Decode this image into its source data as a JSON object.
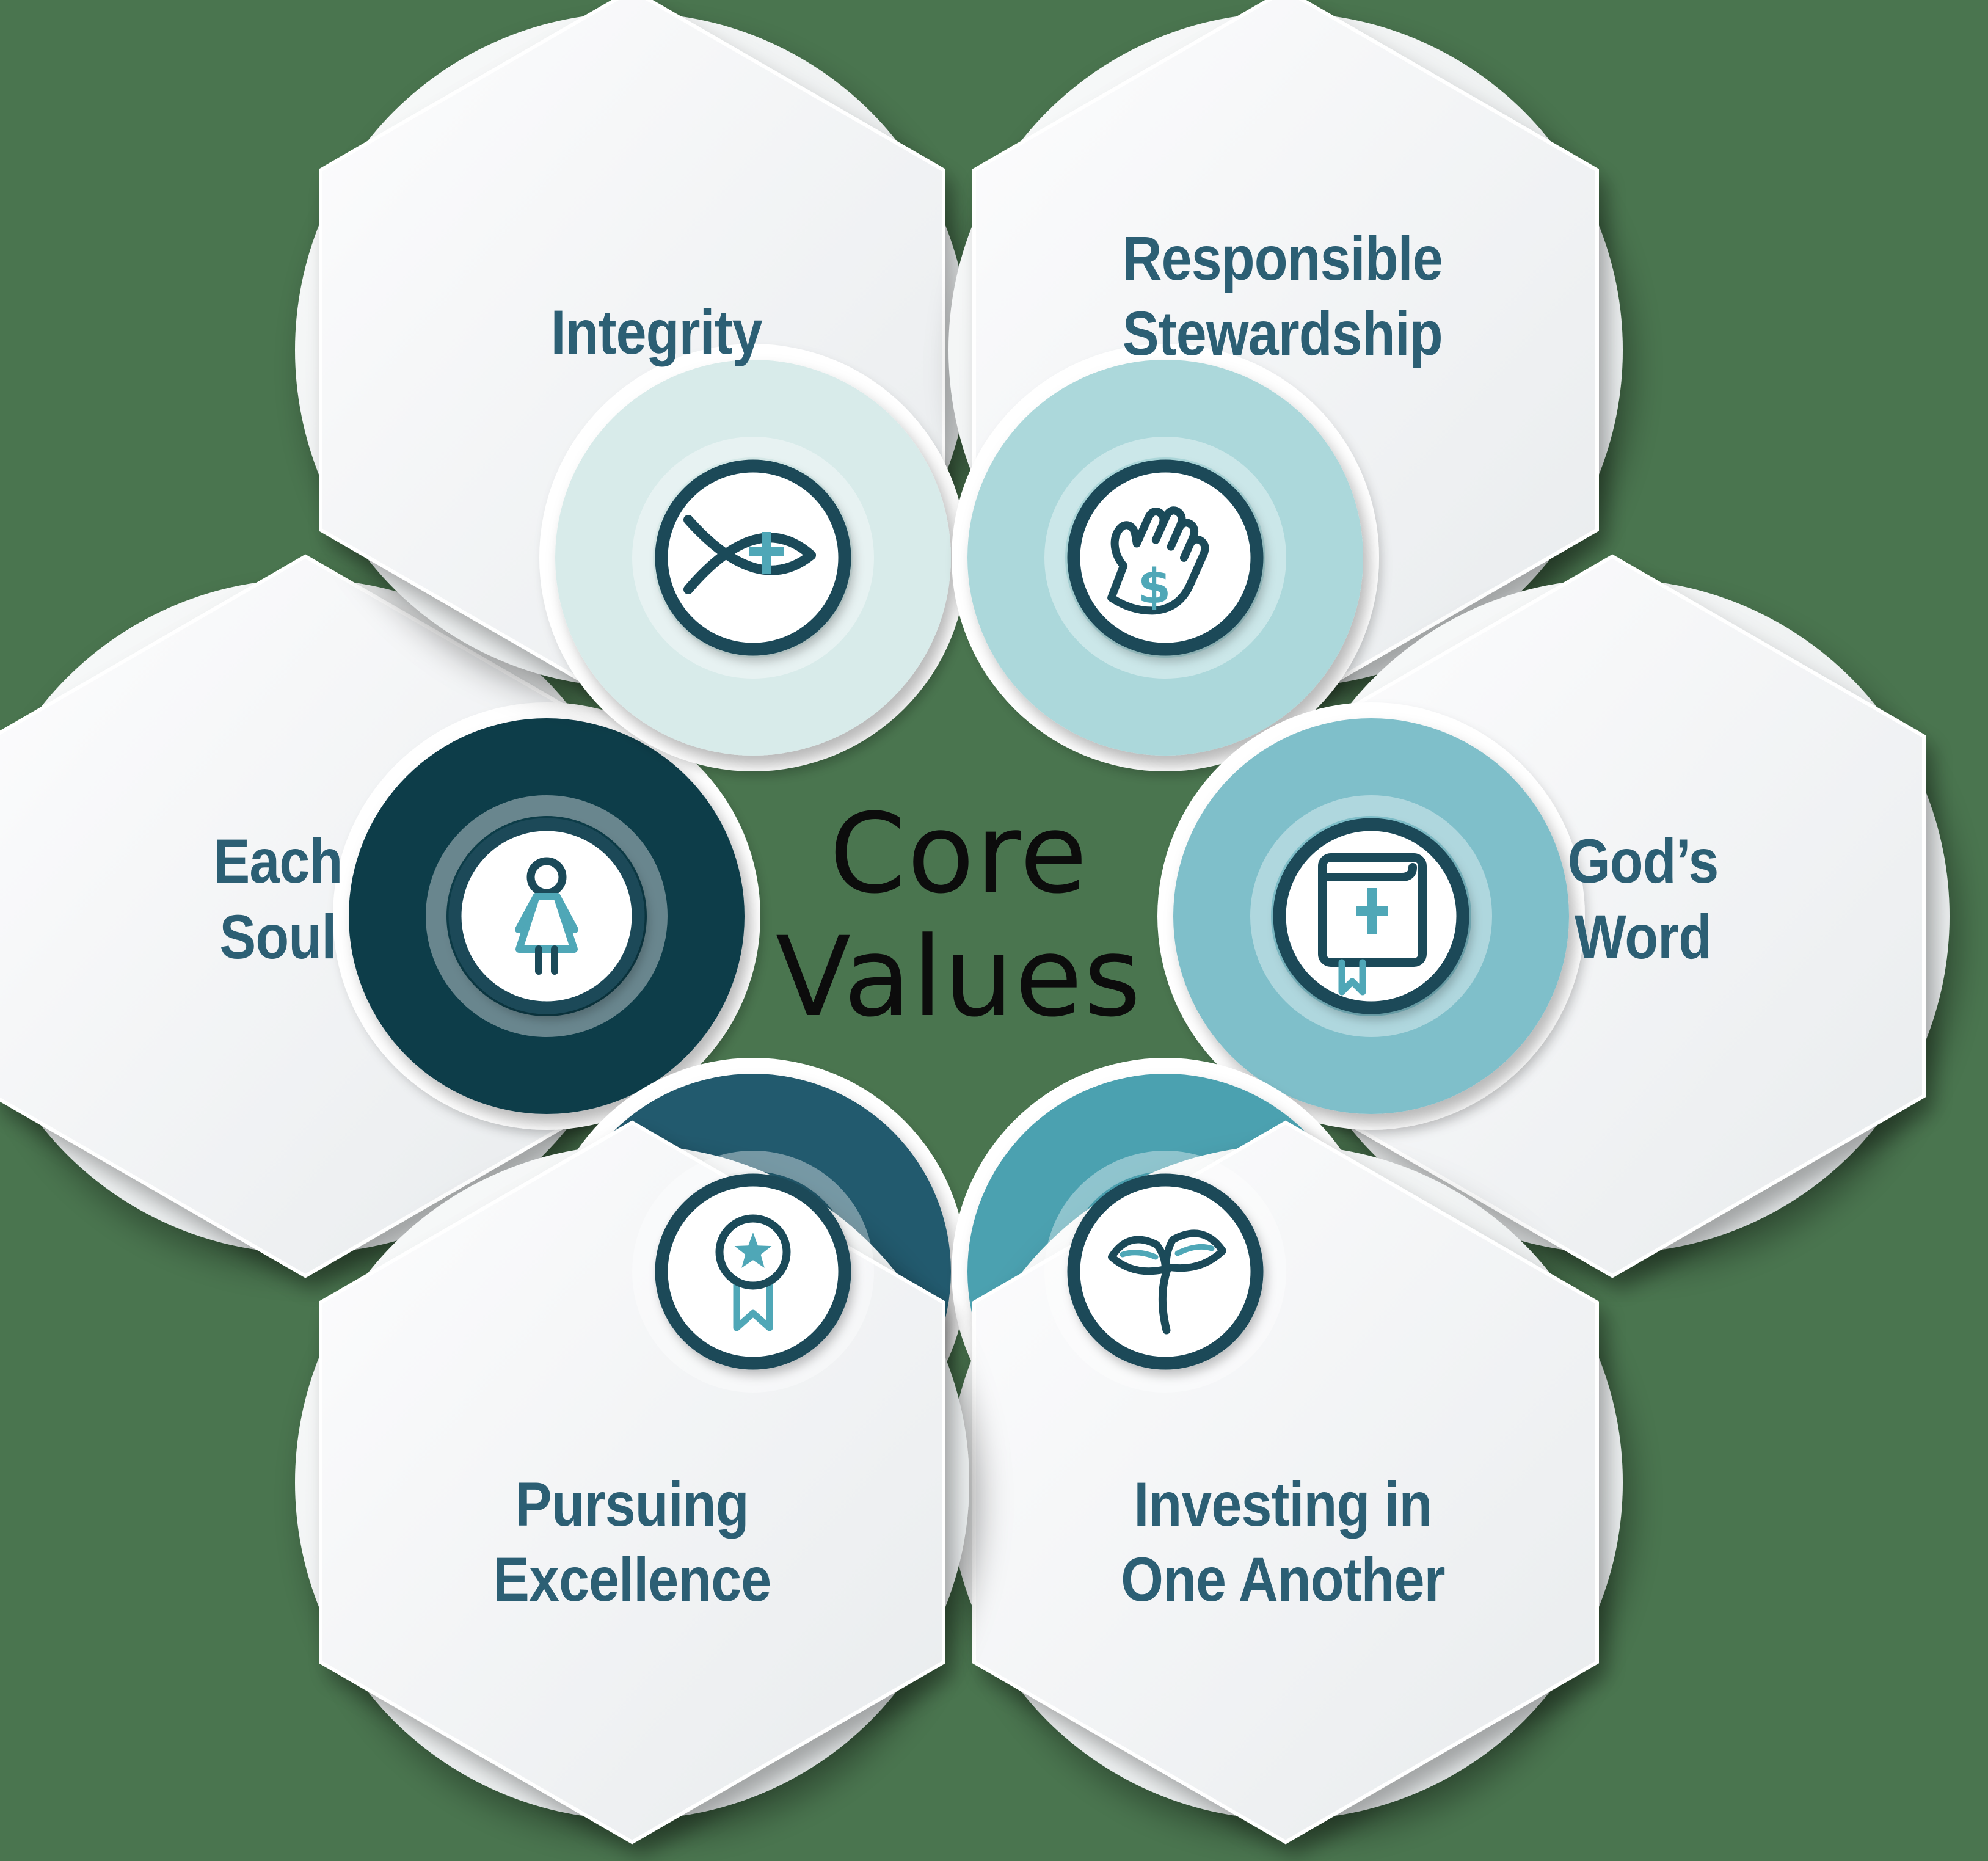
{
  "background_color": "#4A754F",
  "title": {
    "lines": [
      "Core",
      "Values"
    ],
    "color": "#0C0C0C"
  },
  "values": [
    {
      "id": "integrity",
      "label_lines": [
        "Integrity"
      ],
      "icon": "fish-cross-icon",
      "segment_color": "#D8EBEA"
    },
    {
      "id": "responsible-stewardship",
      "label_lines": [
        "Responsible",
        "Stewardship"
      ],
      "icon": "hand-dollar-icon",
      "icon_symbol": "$",
      "segment_color": "#ACD8DB"
    },
    {
      "id": "gods-word",
      "label_lines": [
        "God’s",
        "Word"
      ],
      "icon": "bible-cross-icon",
      "segment_color": "#7FBFCA"
    },
    {
      "id": "investing-in-one-another",
      "label_lines": [
        "Investing in",
        "One Another"
      ],
      "icon": "sprout-icon",
      "segment_color": "#4BA1B0"
    },
    {
      "id": "pursuing-excellence",
      "label_lines": [
        "Pursuing",
        "Excellence"
      ],
      "icon": "award-ribbon-icon",
      "segment_color": "#235A6E"
    },
    {
      "id": "each-soul",
      "label_lines": [
        "Each",
        "Soul"
      ],
      "icon": "person-icon",
      "segment_color": "#113C4A"
    }
  ],
  "colors": {
    "label_text": "#2C5F74",
    "icon_stroke_dark": "#1B4A59",
    "icon_accent_teal": "#4FA7B7",
    "hexagon_face": "#F3F5F6",
    "background_green": "#4A754F"
  }
}
